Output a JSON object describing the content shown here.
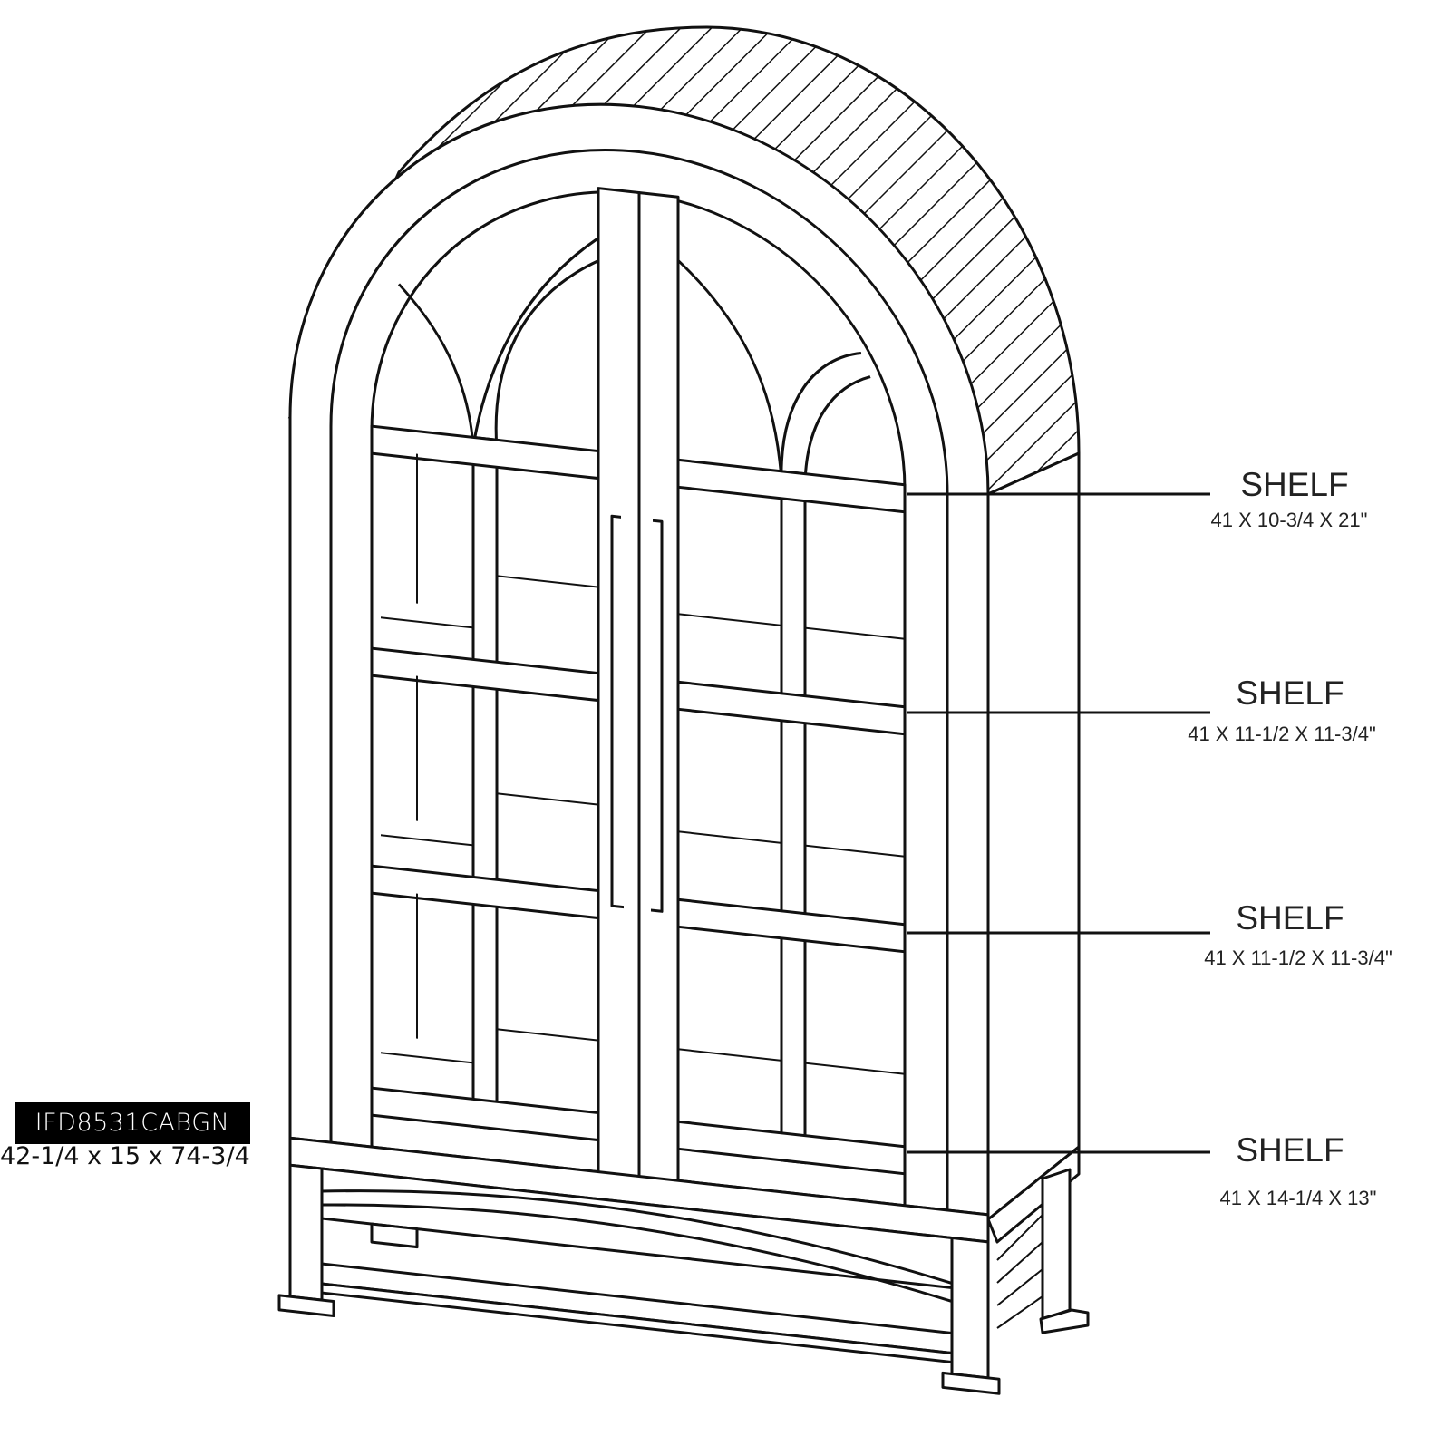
{
  "product": {
    "sku": "IFD8531CABGN",
    "dimensions": "42-1/4 x 15 x 74-3/4"
  },
  "shelves": [
    {
      "label": "SHELF",
      "size": "41 X 10-3/4 X 21\""
    },
    {
      "label": "SHELF",
      "size": "41 X 11-1/2 X 11-3/4\""
    },
    {
      "label": "SHELF",
      "size": "41 X 11-1/2 X 11-3/4\""
    },
    {
      "label": "SHELF",
      "size": "41 X 14-1/4 X 13\""
    }
  ],
  "colors": {
    "line": "#111111",
    "label_bg": "#000000",
    "label_text": "#ffffff"
  }
}
